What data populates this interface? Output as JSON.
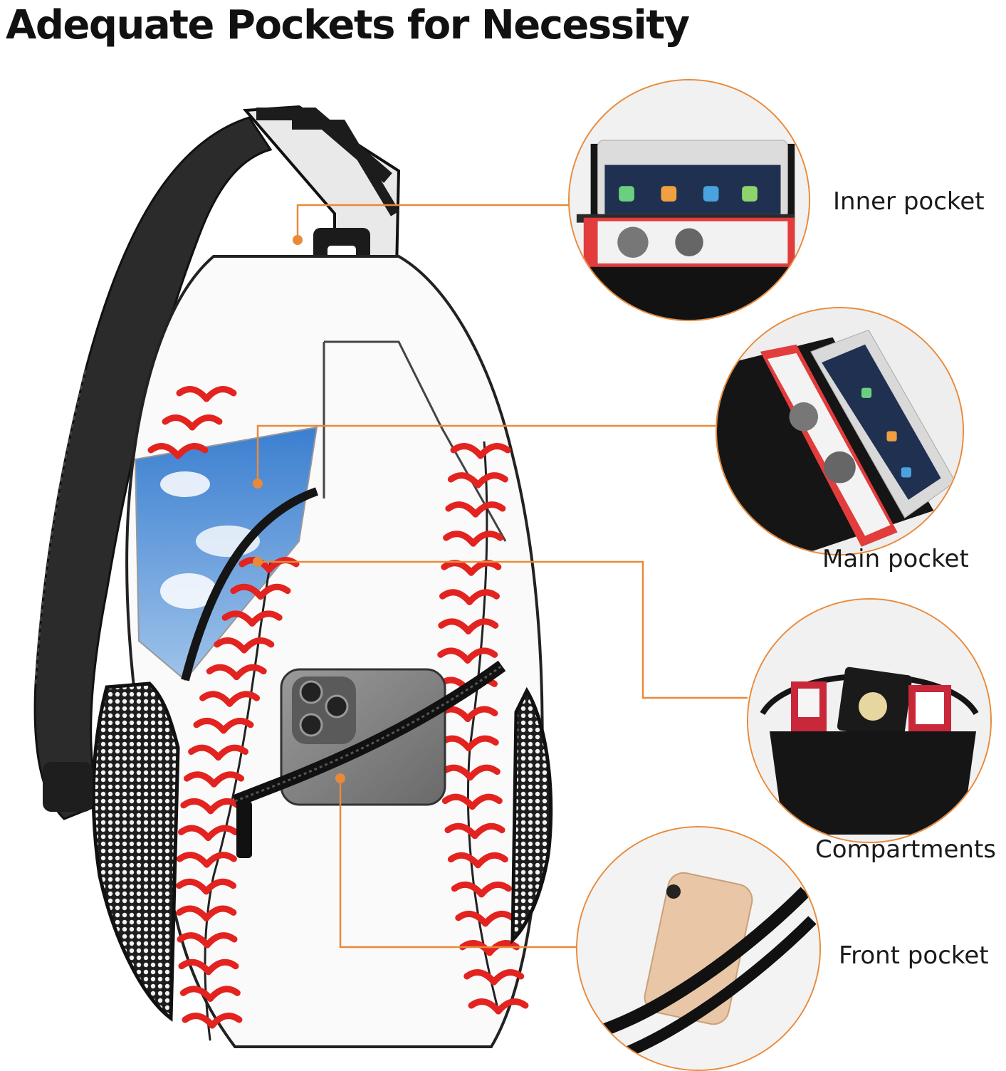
{
  "title": "Adequate Pockets for Necessity",
  "accent_color": "#e98a3a",
  "stitch_color": "#e3231f",
  "callouts": [
    {
      "label": "Inner pocket",
      "icon": "tablet-in-pocket-icon"
    },
    {
      "label": "Main pocket",
      "icon": "tablet-and-book-icon"
    },
    {
      "label": "Compartments",
      "icon": "cards-in-compartment-icon"
    },
    {
      "label": "Front pocket",
      "icon": "phone-in-zip-pocket-icon"
    }
  ]
}
